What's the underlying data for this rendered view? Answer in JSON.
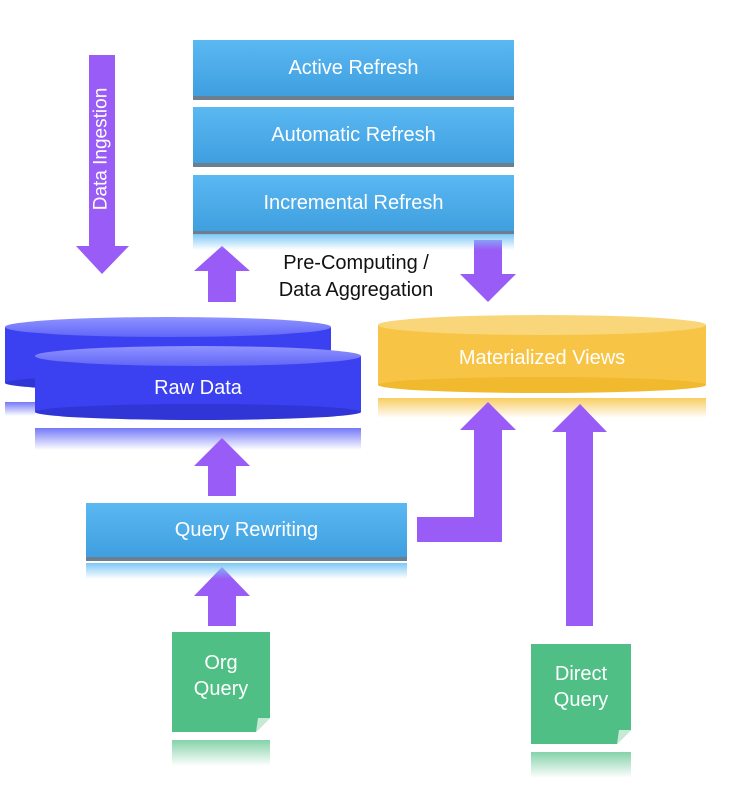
{
  "refresh_stack": {
    "active": "Active Refresh",
    "automatic": "Automatic Refresh",
    "incremental": "Incremental Refresh"
  },
  "caption": {
    "line1": "Pre-Computing /",
    "line2": "Data Aggregation"
  },
  "ingestion_label": "Data Ingestion",
  "raw_data_label": "Raw Data",
  "materialized_views_label": "Materialized Views",
  "query_rewriting_label": "Query Rewriting",
  "org_query": {
    "line1": "Org",
    "line2": "Query"
  },
  "direct_query": {
    "line1": "Direct",
    "line2": "Query"
  },
  "colors": {
    "arrow": "#9a5cf6",
    "refresh_blue": "#4aabeb",
    "raw_data_blue": "#3b40f0",
    "materialized_yellow": "#f7c445",
    "query_green": "#4fbf86"
  }
}
